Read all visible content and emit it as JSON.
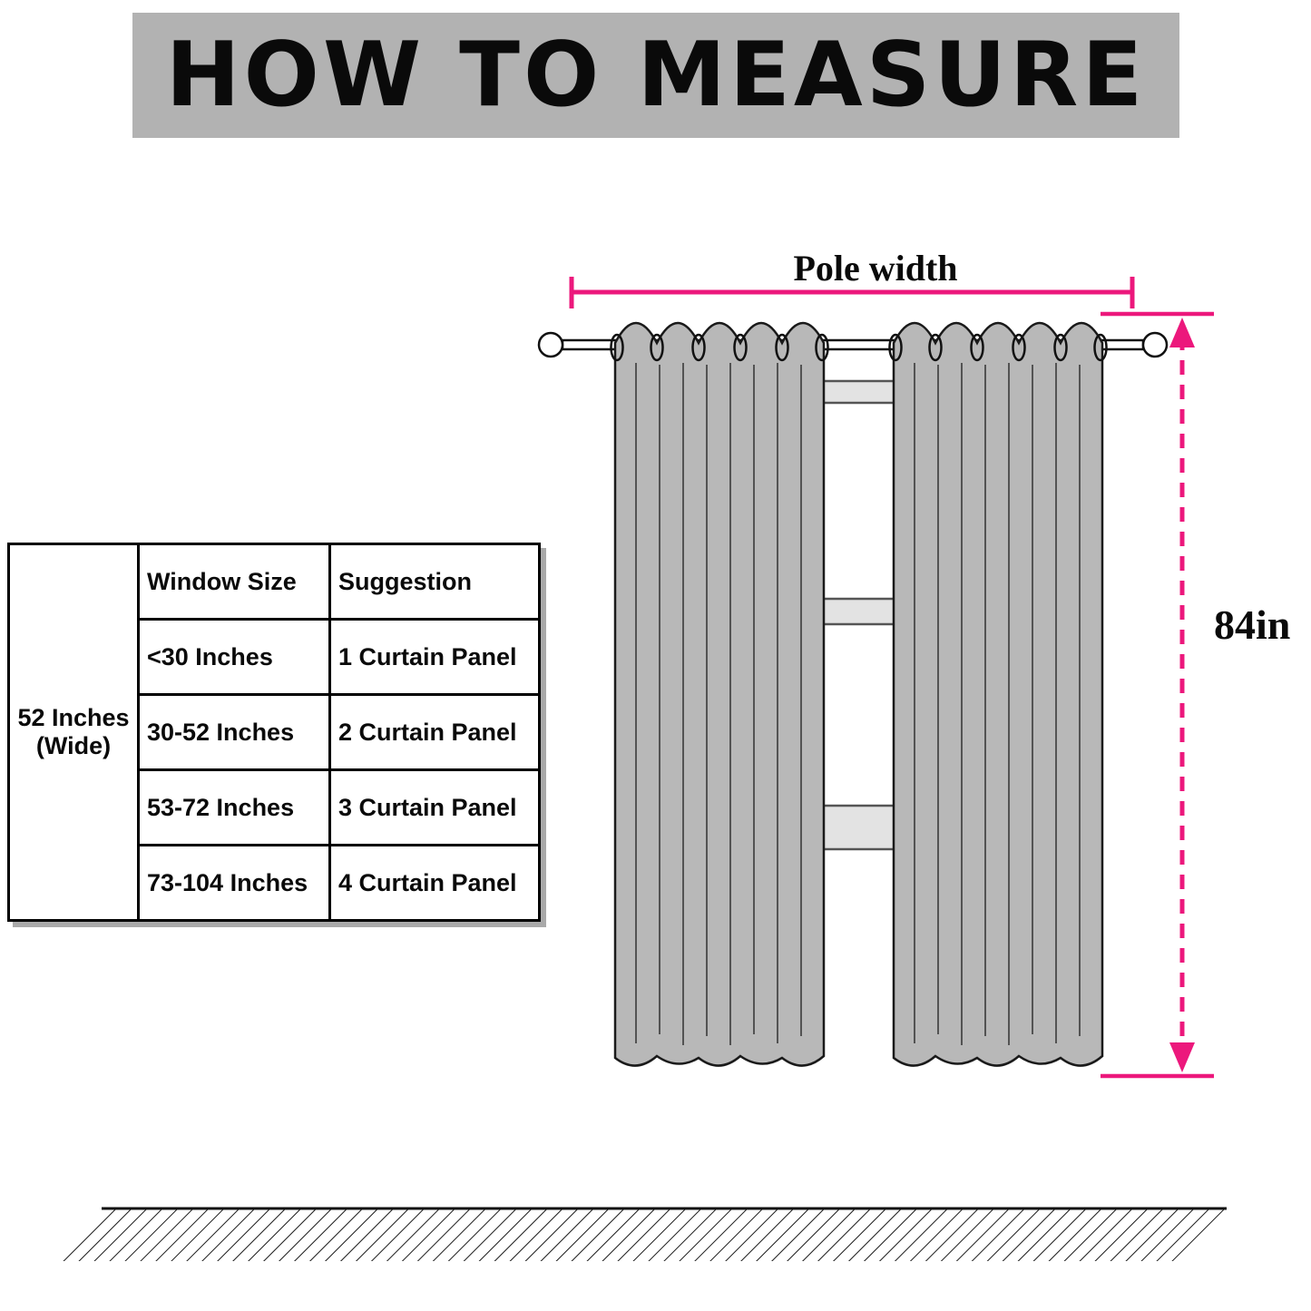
{
  "header": {
    "title": "HOW TO MEASURE",
    "background_color": "#b2b2b2"
  },
  "size_table": {
    "side_label": "52 Inches (Wide)",
    "columns": [
      "Window Size",
      "Suggestion"
    ],
    "rows": [
      {
        "size": "<30 Inches",
        "suggestion": "1 Curtain Panel"
      },
      {
        "size": "30-52 Inches",
        "suggestion": "2 Curtain Panel"
      },
      {
        "size": "53-72 Inches",
        "suggestion": "3 Curtain Panel"
      },
      {
        "size": "73-104 Inches",
        "suggestion": "4 Curtain Panel"
      }
    ]
  },
  "diagram": {
    "pole_width_label": "Pole width",
    "curtain_height_label": "84in",
    "accent_color": "#ec187c",
    "curtain_color": "#b8b8b8"
  }
}
